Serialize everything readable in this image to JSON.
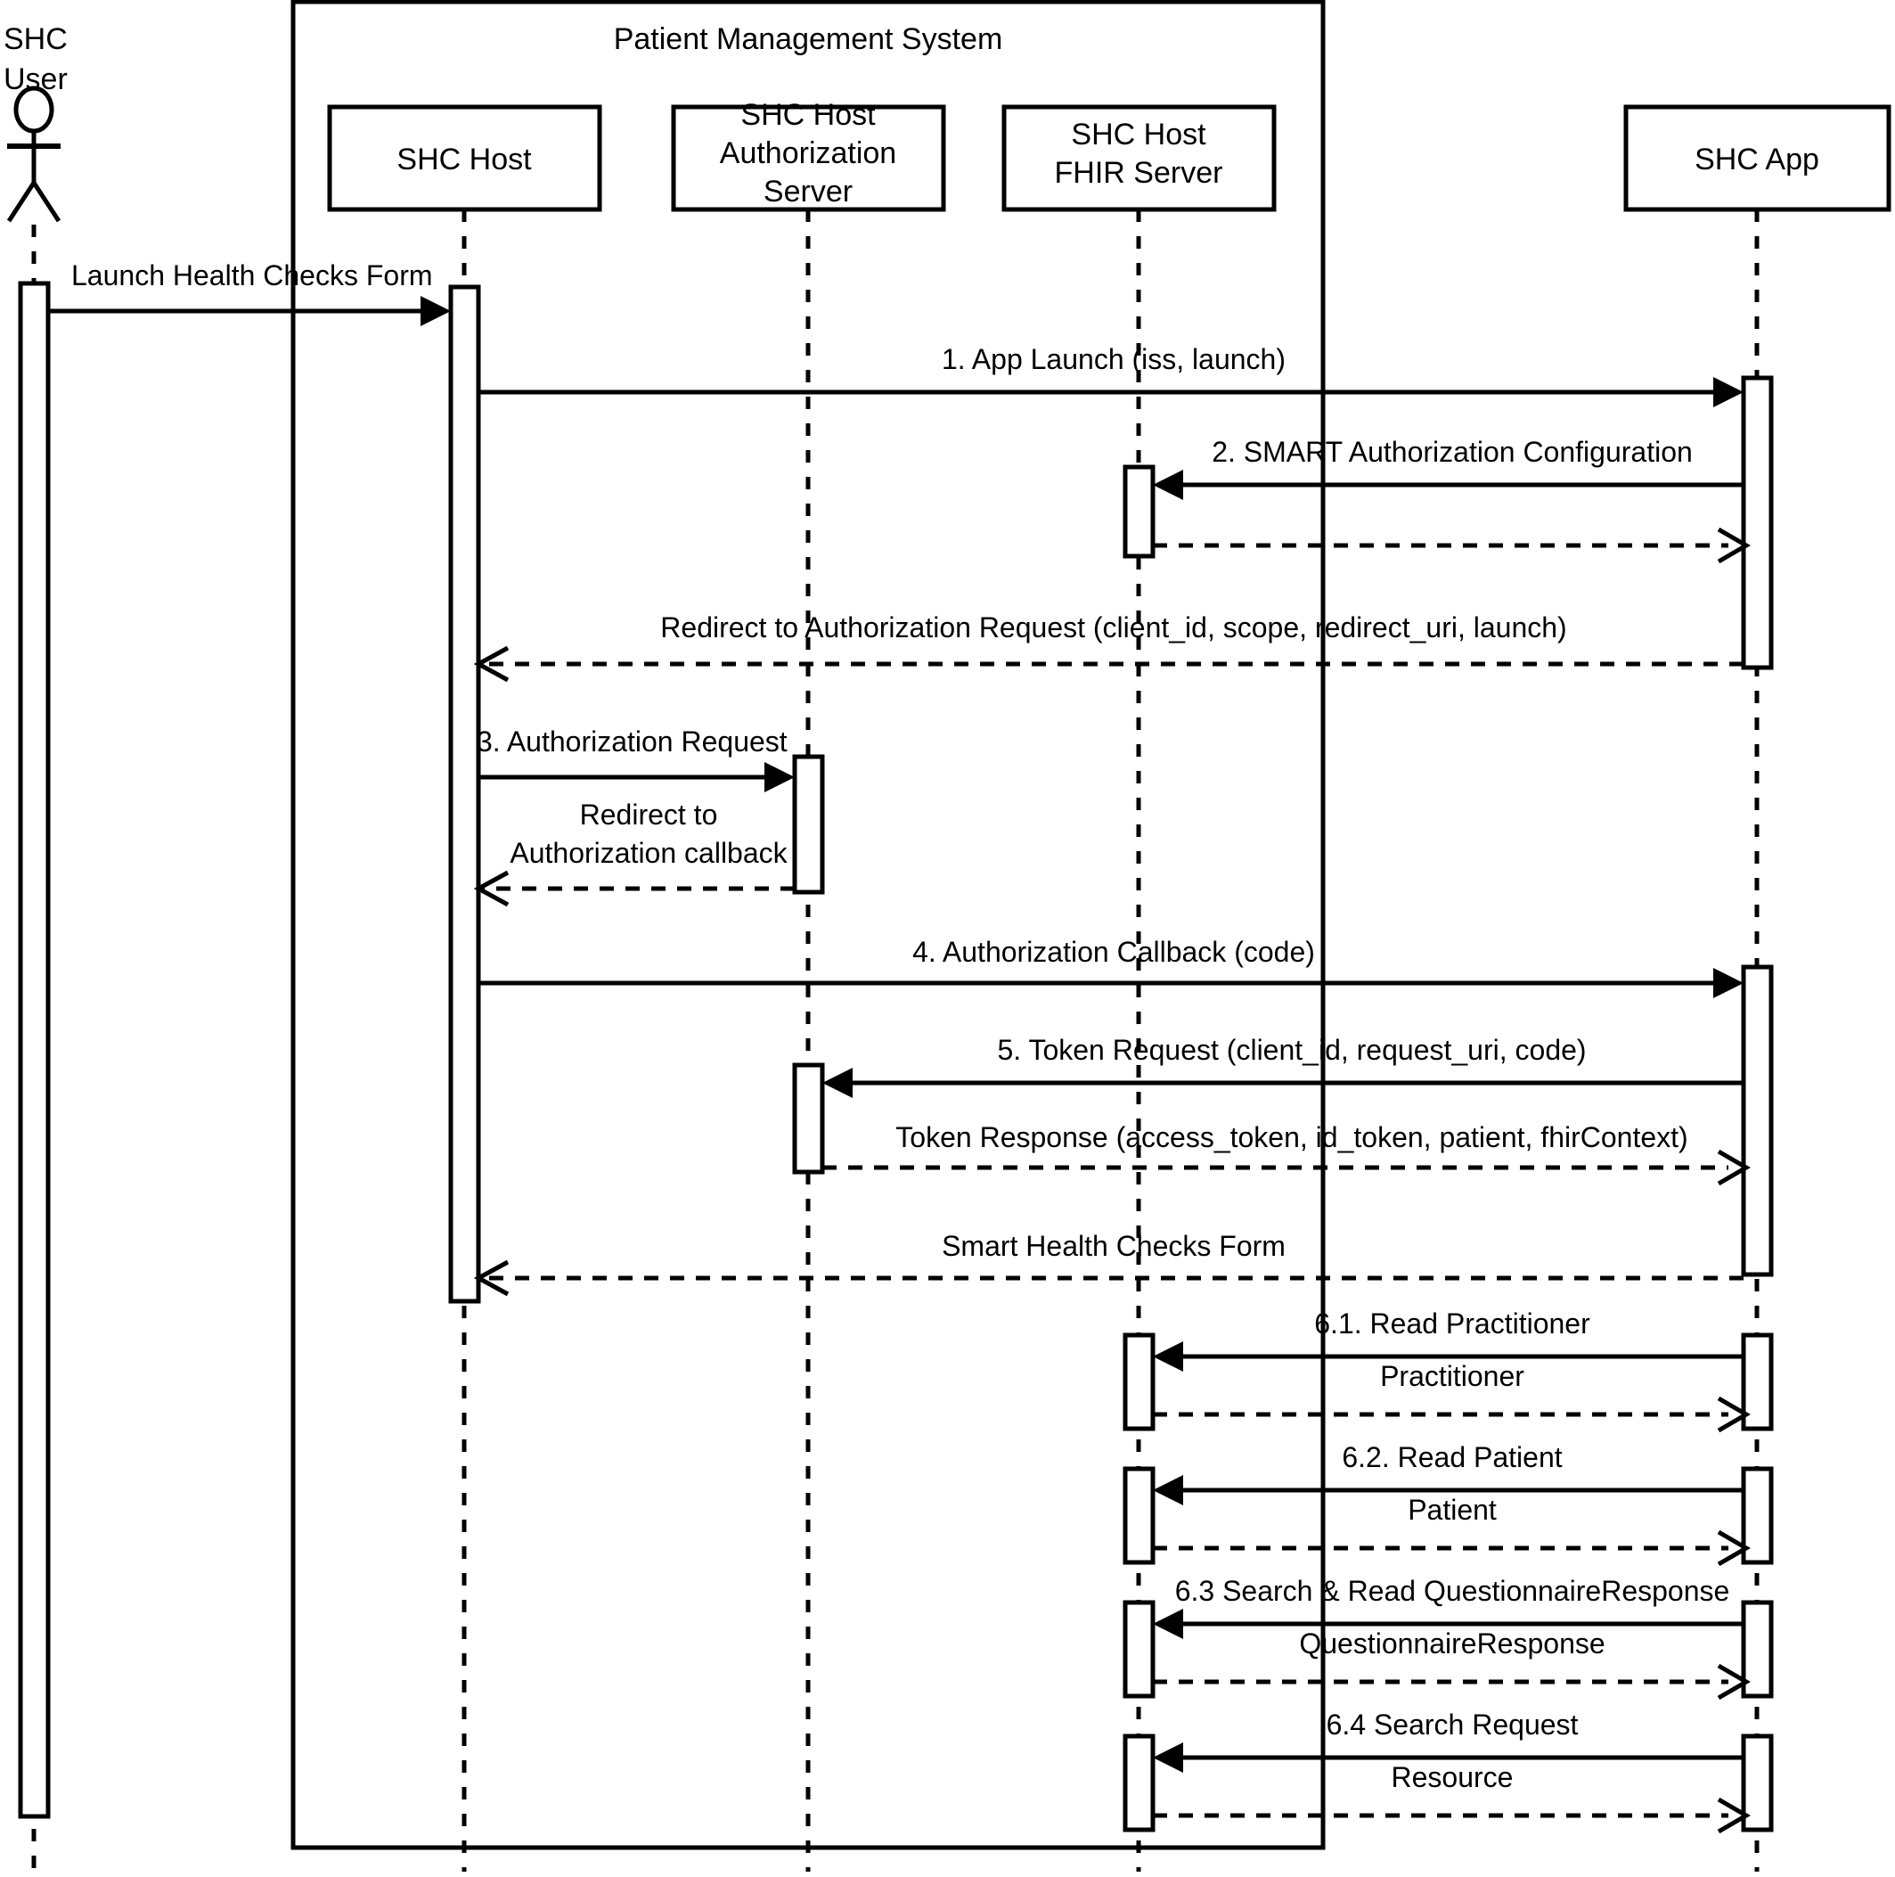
{
  "diagram": {
    "type": "uml-sequence-diagram",
    "title": "SMART Health Checks launch sequence",
    "group": {
      "label": "Patient Management System"
    },
    "actor": {
      "name_line1": "SHC",
      "name_line2": "User",
      "icon": "actor-stick-figure"
    },
    "participants": [
      {
        "id": "shc-host",
        "label_lines": [
          "SHC Host"
        ]
      },
      {
        "id": "shc-host-auth-server",
        "label_lines": [
          "SHC Host",
          "Authorization",
          "Server"
        ]
      },
      {
        "id": "shc-host-fhir-server",
        "label_lines": [
          "SHC Host",
          "FHIR Server"
        ]
      },
      {
        "id": "shc-app",
        "label_lines": [
          "SHC App"
        ]
      }
    ],
    "messages": [
      {
        "id": "m0",
        "label_lines": [
          "Launch Health Checks Form"
        ],
        "from": "shc-user",
        "to": "shc-host",
        "style": "solid",
        "arrow": "filled",
        "direction": "right"
      },
      {
        "id": "m1",
        "label_lines": [
          "1. App Launch (iss, launch)"
        ],
        "from": "shc-host",
        "to": "shc-app",
        "style": "solid",
        "arrow": "filled",
        "direction": "right"
      },
      {
        "id": "m2",
        "label_lines": [
          "2. SMART Authorization Configuration"
        ],
        "from": "shc-app",
        "to": "shc-host-fhir-server",
        "style": "solid",
        "arrow": "filled",
        "direction": "left"
      },
      {
        "id": "m3",
        "label_lines": [
          ""
        ],
        "from": "shc-host-fhir-server",
        "to": "shc-app",
        "style": "dashed",
        "arrow": "open",
        "direction": "right"
      },
      {
        "id": "m4",
        "label_lines": [
          "Redirect to Authorization Request (client_id, scope, redirect_uri, launch)"
        ],
        "from": "shc-app",
        "to": "shc-host",
        "style": "dashed",
        "arrow": "open",
        "direction": "left"
      },
      {
        "id": "m5",
        "label_lines": [
          "3. Authorization Request"
        ],
        "from": "shc-host",
        "to": "shc-host-auth-server",
        "style": "solid",
        "arrow": "filled",
        "direction": "right"
      },
      {
        "id": "m6",
        "label_lines": [
          "Redirect to",
          "Authorization callback"
        ],
        "from": "shc-host-auth-server",
        "to": "shc-host",
        "style": "dashed",
        "arrow": "open",
        "direction": "left"
      },
      {
        "id": "m7",
        "label_lines": [
          "4. Authorization Callback (code)"
        ],
        "from": "shc-host",
        "to": "shc-app",
        "style": "solid",
        "arrow": "filled",
        "direction": "right"
      },
      {
        "id": "m8",
        "label_lines": [
          "5. Token Request (client_id, request_uri, code)"
        ],
        "from": "shc-app",
        "to": "shc-host-auth-server",
        "style": "solid",
        "arrow": "filled",
        "direction": "left"
      },
      {
        "id": "m9",
        "label_lines": [
          "Token Response (access_token, id_token, patient, fhirContext)"
        ],
        "from": "shc-host-auth-server",
        "to": "shc-app",
        "style": "dashed",
        "arrow": "open",
        "direction": "right"
      },
      {
        "id": "m10",
        "label_lines": [
          "Smart Health Checks Form"
        ],
        "from": "shc-app",
        "to": "shc-host",
        "style": "dashed",
        "arrow": "open",
        "direction": "left"
      },
      {
        "id": "m11",
        "label_lines": [
          "6.1. Read Practitioner"
        ],
        "from": "shc-app",
        "to": "shc-host-fhir-server",
        "style": "solid",
        "arrow": "filled",
        "direction": "left"
      },
      {
        "id": "m12",
        "label_lines": [
          "Practitioner"
        ],
        "from": "shc-host-fhir-server",
        "to": "shc-app",
        "style": "dashed",
        "arrow": "open",
        "direction": "right"
      },
      {
        "id": "m13",
        "label_lines": [
          "6.2. Read Patient"
        ],
        "from": "shc-app",
        "to": "shc-host-fhir-server",
        "style": "solid",
        "arrow": "filled",
        "direction": "left"
      },
      {
        "id": "m14",
        "label_lines": [
          "Patient"
        ],
        "from": "shc-host-fhir-server",
        "to": "shc-app",
        "style": "dashed",
        "arrow": "open",
        "direction": "right"
      },
      {
        "id": "m15",
        "label_lines": [
          "6.3 Search & Read QuestionnaireResponse"
        ],
        "from": "shc-app",
        "to": "shc-host-fhir-server",
        "style": "solid",
        "arrow": "filled",
        "direction": "left"
      },
      {
        "id": "m16",
        "label_lines": [
          "QuestionnaireResponse"
        ],
        "from": "shc-host-fhir-server",
        "to": "shc-app",
        "style": "dashed",
        "arrow": "open",
        "direction": "right"
      },
      {
        "id": "m17",
        "label_lines": [
          "6.4 Search Request"
        ],
        "from": "shc-app",
        "to": "shc-host-fhir-server",
        "style": "solid",
        "arrow": "filled",
        "direction": "left"
      },
      {
        "id": "m18",
        "label_lines": [
          "Resource"
        ],
        "from": "shc-host-fhir-server",
        "to": "shc-app",
        "style": "dashed",
        "arrow": "open",
        "direction": "right"
      }
    ],
    "colors": {
      "stroke": "#000000",
      "fill": "#ffffff",
      "text": "#000000"
    }
  }
}
